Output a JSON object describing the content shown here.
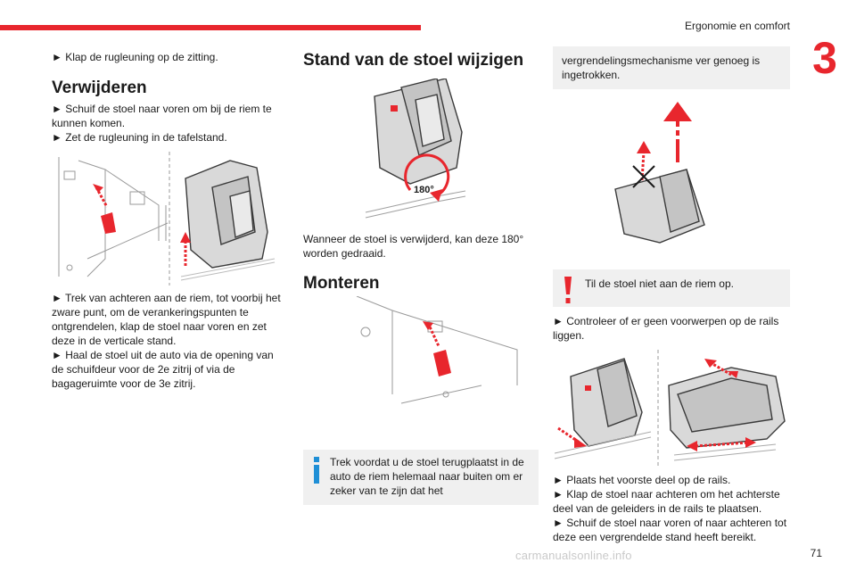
{
  "header": {
    "title": "Ergonomie en comfort",
    "chapter": "3",
    "page_number": "71",
    "watermark": "carmanualsonline.info"
  },
  "col1": {
    "p1": "► Klap de rugleuning op de zitting.",
    "heading": "Verwijderen",
    "p2a": "► Schuif de stoel naar voren om bij de riem te kunnen komen.",
    "p2b": "► Zet de rugleuning in de tafelstand.",
    "p3": "► Trek van achteren aan de riem, tot voorbij het zware punt, om de verankeringspunten te ontgrendelen, klap de stoel naar voren en zet deze in de verticale stand.",
    "p4": "► Haal de stoel uit de auto via de opening van de schuifdeur voor de 2e zitrij of via de bagageruimte voor de 3e zitrij."
  },
  "col2": {
    "heading1": "Stand van de stoel wijzigen",
    "rotate_label": "180°",
    "p1": "Wanneer de stoel is verwijderd, kan deze 180° worden gedraaid.",
    "heading2": "Monteren",
    "note": "Trek voordat u de stoel terugplaatst in de auto de riem helemaal naar buiten om er zeker van te zijn dat het"
  },
  "col3": {
    "continued": "vergrendelingsmechanisme ver genoeg is ingetrokken.",
    "warning": "Til de stoel niet aan de riem op.",
    "p1": "► Controleer of er geen voorwerpen op de rails liggen.",
    "p2a": "► Plaats het voorste deel op de rails.",
    "p2b": "► Klap de stoel naar achteren om het achterste deel van de geleiders in de rails te plaatsen.",
    "p2c": "► Schuif de stoel naar voren of naar achteren tot deze een vergrendelde stand heeft bereikt."
  },
  "colors": {
    "accent": "#e8262d",
    "info": "#1f8fd6",
    "note_bg": "#f0f0f0"
  }
}
